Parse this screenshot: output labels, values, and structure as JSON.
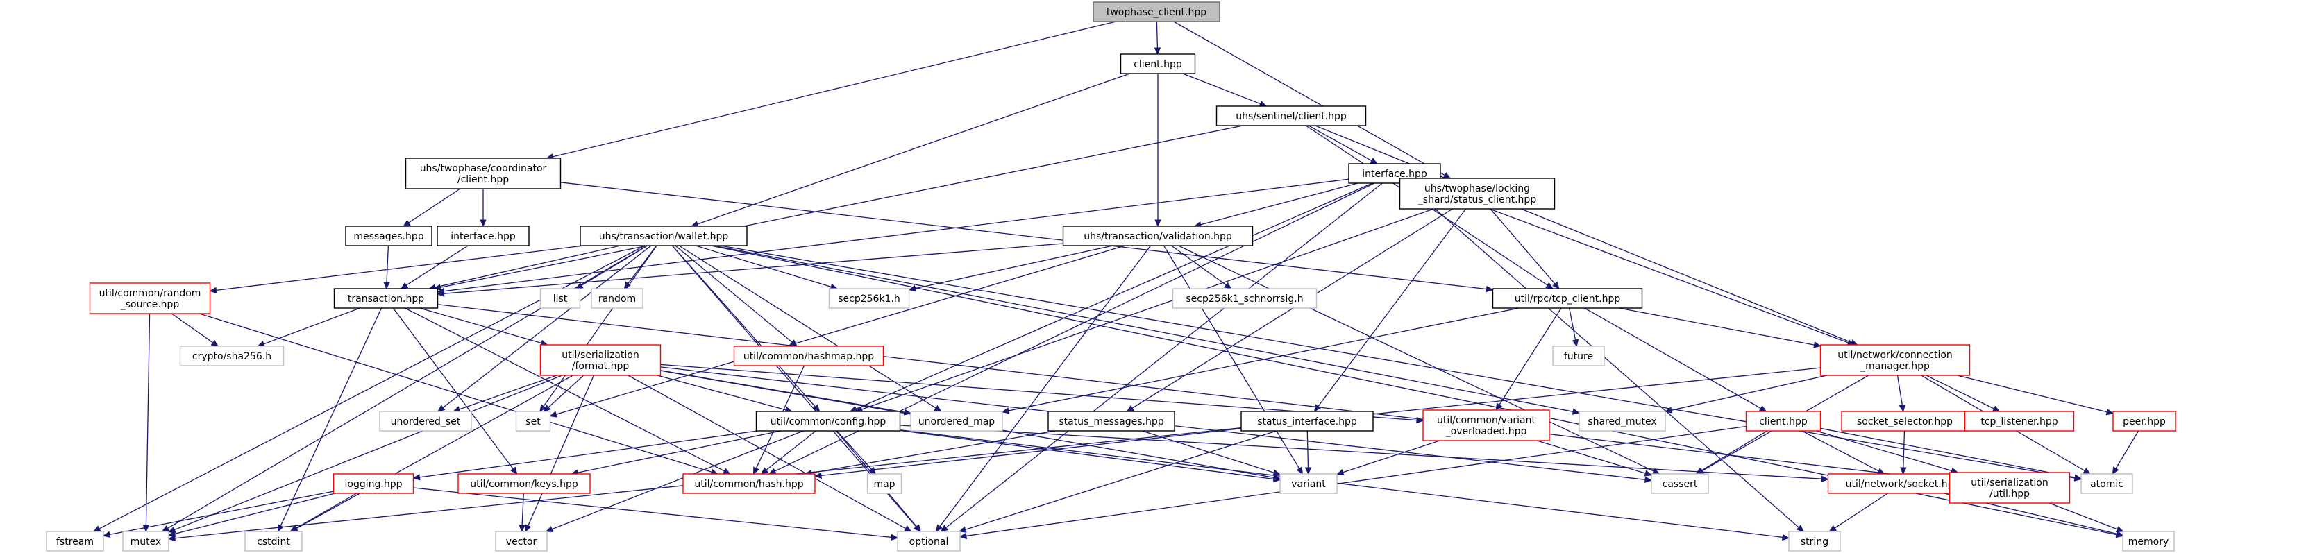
{
  "colors": {
    "edge": "#191970",
    "local_border": "#000000",
    "incomplete_border": "#ff0000",
    "system_border": "#bfbfbf",
    "root_fill": "#bfbfbf"
  },
  "nodes": [
    {
      "id": "root",
      "lines": [
        "twophase_client.hpp"
      ],
      "kind": "root"
    },
    {
      "id": "client",
      "lines": [
        "client.hpp"
      ],
      "kind": "local"
    },
    {
      "id": "sentinel_client",
      "lines": [
        "uhs/sentinel/client.hpp"
      ],
      "kind": "local"
    },
    {
      "id": "coord_client",
      "lines": [
        "uhs/twophase/coordinator",
        "/client.hpp"
      ],
      "kind": "local"
    },
    {
      "id": "interface",
      "lines": [
        "interface.hpp"
      ],
      "kind": "local"
    },
    {
      "id": "messages",
      "lines": [
        "messages.hpp"
      ],
      "kind": "local"
    },
    {
      "id": "interface2",
      "lines": [
        "interface.hpp"
      ],
      "kind": "local"
    },
    {
      "id": "wallet",
      "lines": [
        "uhs/transaction/wallet.hpp"
      ],
      "kind": "local"
    },
    {
      "id": "validation",
      "lines": [
        "uhs/transaction/validation.hpp"
      ],
      "kind": "local"
    },
    {
      "id": "status_client",
      "lines": [
        "uhs/twophase/locking",
        "_shard/status_client.hpp"
      ],
      "kind": "local"
    },
    {
      "id": "random_source",
      "lines": [
        "util/common/random",
        "_source.hpp"
      ],
      "kind": "incomplete"
    },
    {
      "id": "transaction",
      "lines": [
        "transaction.hpp"
      ],
      "kind": "local"
    },
    {
      "id": "list",
      "lines": [
        "list"
      ],
      "kind": "system"
    },
    {
      "id": "random",
      "lines": [
        "random"
      ],
      "kind": "system"
    },
    {
      "id": "secp256k1",
      "lines": [
        "secp256k1.h"
      ],
      "kind": "system"
    },
    {
      "id": "schnorrsig",
      "lines": [
        "secp256k1_schnorrsig.h"
      ],
      "kind": "system"
    },
    {
      "id": "tcp_client",
      "lines": [
        "util/rpc/tcp_client.hpp"
      ],
      "kind": "local"
    },
    {
      "id": "sha256",
      "lines": [
        "crypto/sha256.h"
      ],
      "kind": "system"
    },
    {
      "id": "format",
      "lines": [
        "util/serialization",
        "/format.hpp"
      ],
      "kind": "incomplete"
    },
    {
      "id": "hashmap",
      "lines": [
        "util/common/hashmap.hpp"
      ],
      "kind": "incomplete"
    },
    {
      "id": "future",
      "lines": [
        "future"
      ],
      "kind": "system"
    },
    {
      "id": "conn_manager",
      "lines": [
        "util/network/connection",
        "_manager.hpp"
      ],
      "kind": "incomplete"
    },
    {
      "id": "unordered_set",
      "lines": [
        "unordered_set"
      ],
      "kind": "system"
    },
    {
      "id": "set",
      "lines": [
        "set"
      ],
      "kind": "system"
    },
    {
      "id": "unordered_map",
      "lines": [
        "unordered_map"
      ],
      "kind": "system"
    },
    {
      "id": "config",
      "lines": [
        "util/common/config.hpp"
      ],
      "kind": "local"
    },
    {
      "id": "status_messages",
      "lines": [
        "status_messages.hpp"
      ],
      "kind": "local"
    },
    {
      "id": "status_interface",
      "lines": [
        "status_interface.hpp"
      ],
      "kind": "local"
    },
    {
      "id": "variant_overloaded",
      "lines": [
        "util/common/variant",
        "_overloaded.hpp"
      ],
      "kind": "incomplete"
    },
    {
      "id": "shared_mutex",
      "lines": [
        "shared_mutex"
      ],
      "kind": "system"
    },
    {
      "id": "client_hpp2",
      "lines": [
        "client.hpp"
      ],
      "kind": "incomplete"
    },
    {
      "id": "socket_selector",
      "lines": [
        "socket_selector.hpp"
      ],
      "kind": "incomplete"
    },
    {
      "id": "tcp_listener",
      "lines": [
        "tcp_listener.hpp"
      ],
      "kind": "incomplete"
    },
    {
      "id": "peer",
      "lines": [
        "peer.hpp"
      ],
      "kind": "incomplete"
    },
    {
      "id": "logging",
      "lines": [
        "logging.hpp"
      ],
      "kind": "incomplete"
    },
    {
      "id": "keys",
      "lines": [
        "util/common/keys.hpp"
      ],
      "kind": "incomplete"
    },
    {
      "id": "map",
      "lines": [
        "map"
      ],
      "kind": "system"
    },
    {
      "id": "hash",
      "lines": [
        "util/common/hash.hpp"
      ],
      "kind": "incomplete"
    },
    {
      "id": "variant",
      "lines": [
        "variant"
      ],
      "kind": "system"
    },
    {
      "id": "cassert",
      "lines": [
        "cassert"
      ],
      "kind": "system"
    },
    {
      "id": "socket",
      "lines": [
        "util/network/socket.hpp"
      ],
      "kind": "incomplete"
    },
    {
      "id": "ser_util",
      "lines": [
        "util/serialization",
        "/util.hpp"
      ],
      "kind": "incomplete"
    },
    {
      "id": "atomic",
      "lines": [
        "atomic"
      ],
      "kind": "system"
    },
    {
      "id": "fstream",
      "lines": [
        "fstream"
      ],
      "kind": "system"
    },
    {
      "id": "mutex",
      "lines": [
        "mutex"
      ],
      "kind": "system"
    },
    {
      "id": "cstdint",
      "lines": [
        "cstdint"
      ],
      "kind": "system"
    },
    {
      "id": "vector",
      "lines": [
        "vector"
      ],
      "kind": "system"
    },
    {
      "id": "optional",
      "lines": [
        "optional"
      ],
      "kind": "system"
    },
    {
      "id": "string",
      "lines": [
        "string"
      ],
      "kind": "system"
    },
    {
      "id": "memory",
      "lines": [
        "memory"
      ],
      "kind": "system"
    }
  ],
  "edges": [
    [
      "root",
      "client"
    ],
    [
      "root",
      "coord_client"
    ],
    [
      "root",
      "status_client"
    ],
    [
      "client",
      "sentinel_client"
    ],
    [
      "client",
      "wallet"
    ],
    [
      "client",
      "validation"
    ],
    [
      "sentinel_client",
      "interface"
    ],
    [
      "sentinel_client",
      "transaction"
    ],
    [
      "sentinel_client",
      "tcp_client"
    ],
    [
      "sentinel_client",
      "conn_manager"
    ],
    [
      "coord_client",
      "messages"
    ],
    [
      "coord_client",
      "interface2"
    ],
    [
      "coord_client",
      "tcp_client"
    ],
    [
      "interface",
      "validation"
    ],
    [
      "interface",
      "config"
    ],
    [
      "interface",
      "hash"
    ],
    [
      "interface",
      "optional"
    ],
    [
      "interface",
      "string"
    ],
    [
      "interface",
      "conn_manager"
    ],
    [
      "interface",
      "transaction"
    ],
    [
      "messages",
      "transaction"
    ],
    [
      "interface2",
      "transaction"
    ],
    [
      "wallet",
      "transaction"
    ],
    [
      "wallet",
      "random_source"
    ],
    [
      "wallet",
      "list"
    ],
    [
      "wallet",
      "random"
    ],
    [
      "wallet",
      "secp256k1"
    ],
    [
      "wallet",
      "hashmap"
    ],
    [
      "wallet",
      "config"
    ],
    [
      "wallet",
      "unordered_set"
    ],
    [
      "wallet",
      "set"
    ],
    [
      "wallet",
      "unordered_map"
    ],
    [
      "wallet",
      "optional"
    ],
    [
      "wallet",
      "shared_mutex"
    ],
    [
      "wallet",
      "fstream"
    ],
    [
      "wallet",
      "mutex"
    ],
    [
      "wallet",
      "atomic"
    ],
    [
      "wallet",
      "memory"
    ],
    [
      "validation",
      "transaction"
    ],
    [
      "validation",
      "secp256k1"
    ],
    [
      "validation",
      "schnorrsig"
    ],
    [
      "validation",
      "set"
    ],
    [
      "validation",
      "optional"
    ],
    [
      "validation",
      "variant"
    ],
    [
      "validation",
      "cassert"
    ],
    [
      "status_client",
      "tcp_client"
    ],
    [
      "status_client",
      "status_messages"
    ],
    [
      "status_client",
      "status_interface"
    ],
    [
      "status_client",
      "config"
    ],
    [
      "random_source",
      "sha256"
    ],
    [
      "random_source",
      "mutex"
    ],
    [
      "random_source",
      "hash"
    ],
    [
      "transaction",
      "sha256"
    ],
    [
      "transaction",
      "format"
    ],
    [
      "transaction",
      "hash"
    ],
    [
      "transaction",
      "keys"
    ],
    [
      "transaction",
      "cstdint"
    ],
    [
      "transaction",
      "ser_util"
    ],
    [
      "tcp_client",
      "future"
    ],
    [
      "tcp_client",
      "conn_manager"
    ],
    [
      "tcp_client",
      "variant_overloaded"
    ],
    [
      "tcp_client",
      "client_hpp2"
    ],
    [
      "tcp_client",
      "unordered_map"
    ],
    [
      "format",
      "unordered_set"
    ],
    [
      "format",
      "set"
    ],
    [
      "format",
      "unordered_map"
    ],
    [
      "format",
      "config"
    ],
    [
      "format",
      "variant_overloaded"
    ],
    [
      "format",
      "variant"
    ],
    [
      "format",
      "cassert"
    ],
    [
      "format",
      "optional"
    ],
    [
      "format",
      "vector"
    ],
    [
      "format",
      "cstdint"
    ],
    [
      "format",
      "mutex"
    ],
    [
      "hashmap",
      "hash"
    ],
    [
      "conn_manager",
      "socket_selector"
    ],
    [
      "conn_manager",
      "tcp_listener"
    ],
    [
      "conn_manager",
      "peer"
    ],
    [
      "conn_manager",
      "shared_mutex"
    ],
    [
      "conn_manager",
      "cassert"
    ],
    [
      "conn_manager",
      "atomic"
    ],
    [
      "conn_manager",
      "mutex"
    ],
    [
      "config",
      "logging"
    ],
    [
      "config",
      "keys"
    ],
    [
      "config",
      "map"
    ],
    [
      "config",
      "hash"
    ],
    [
      "config",
      "variant"
    ],
    [
      "config",
      "optional"
    ],
    [
      "config",
      "vector"
    ],
    [
      "config",
      "string"
    ],
    [
      "config",
      "socket"
    ],
    [
      "status_messages",
      "hash"
    ],
    [
      "status_messages",
      "variant"
    ],
    [
      "status_interface",
      "hash"
    ],
    [
      "status_interface",
      "variant"
    ],
    [
      "status_interface",
      "optional"
    ],
    [
      "variant_overloaded",
      "variant"
    ],
    [
      "variant_overloaded",
      "cassert"
    ],
    [
      "client_hpp2",
      "socket"
    ],
    [
      "client_hpp2",
      "ser_util"
    ],
    [
      "client_hpp2",
      "cassert"
    ],
    [
      "client_hpp2",
      "optional"
    ],
    [
      "client_hpp2",
      "atomic"
    ],
    [
      "socket_selector",
      "socket"
    ],
    [
      "peer",
      "atomic"
    ],
    [
      "socket",
      "string"
    ],
    [
      "socket",
      "memory"
    ],
    [
      "ser_util",
      "memory"
    ],
    [
      "logging",
      "fstream"
    ],
    [
      "logging",
      "mutex"
    ],
    [
      "logging",
      "cstdint"
    ],
    [
      "logging",
      "optional"
    ],
    [
      "keys",
      "vector"
    ]
  ]
}
